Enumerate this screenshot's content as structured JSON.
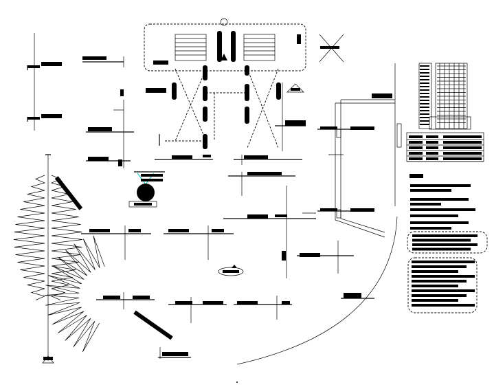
{
  "drawing": {
    "type": "CAD detail sheet",
    "background": "#ffffff",
    "ink": "#000000",
    "accent": "#00bfbf"
  },
  "fans": [
    {
      "name": "vertical-zigzag-fan",
      "teeth": 16
    },
    {
      "name": "curved-zigzag-fan",
      "teeth": 16
    }
  ],
  "legend": {
    "table_rows": 5,
    "note_lines": 9,
    "cloud_notes": 2
  }
}
